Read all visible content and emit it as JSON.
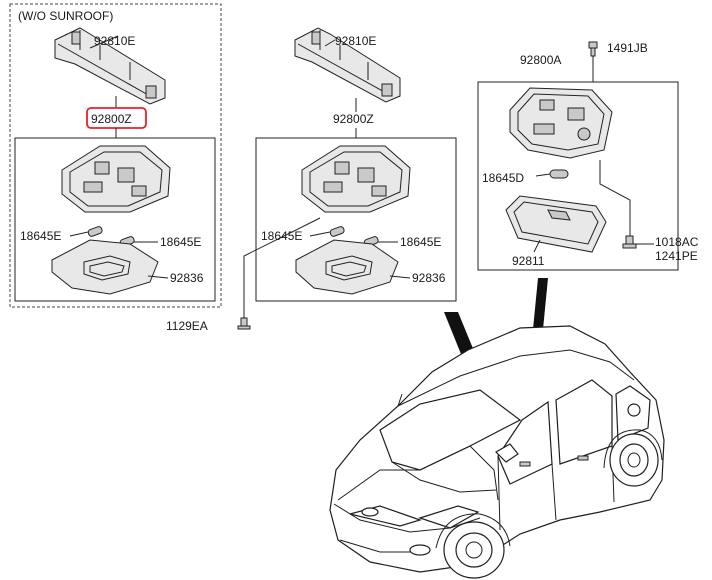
{
  "variant_label": "(W/O SUNROOF)",
  "left_group": {
    "bracket": "92810E",
    "lamp": "92800Z",
    "bulb_left": "18645E",
    "bulb_right": "18645E",
    "lens": "92836"
  },
  "middle_group": {
    "bracket": "92810E",
    "lamp": "92800Z",
    "bulb_left": "18645E",
    "bulb_right": "18645E",
    "lens": "92836",
    "screw": "1129EA"
  },
  "right_group": {
    "lamp": "92800A",
    "clip": "1491JB",
    "bulb": "18645D",
    "lens": "92811",
    "screw_a": "1018AC",
    "screw_b": "1241PE"
  },
  "colors": {
    "highlight": "#e8202a",
    "line": "#222222"
  }
}
